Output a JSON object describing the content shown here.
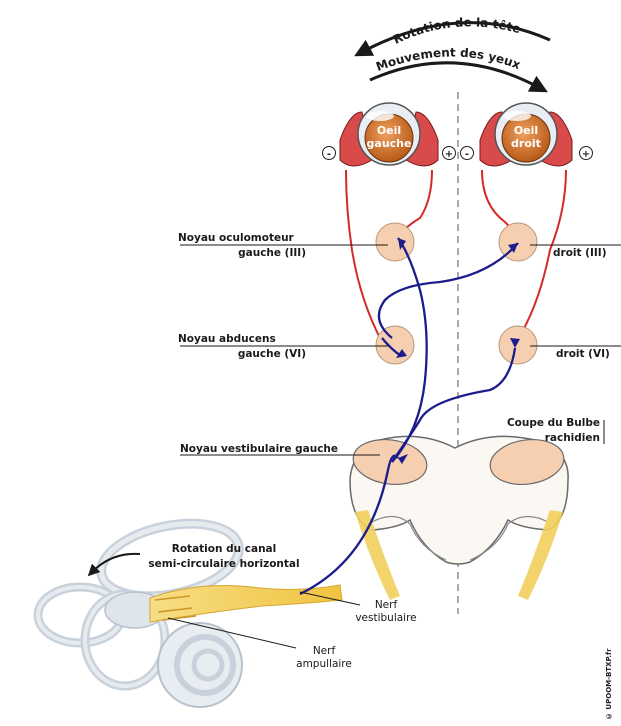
{
  "labels": {
    "head_rotation": "Rotation de la tête",
    "eye_movement": "Mouvement des yeux",
    "left_eye_line1": "Oeil",
    "left_eye_line2": "gauche",
    "right_eye_line1": "Oeil",
    "right_eye_line2": "droit",
    "minus": "-",
    "plus": "+",
    "left_oculomotor_line1": "Noyau oculomoteur",
    "left_oculomotor_line2": "gauche (III)",
    "right_oculomotor": "droit (III)",
    "left_abducens_line1": "Noyau abducens",
    "left_abducens_line2": "gauche (VI)",
    "right_abducens": "droit (VI)",
    "left_vestibular": "Noyau vestibulaire gauche",
    "medulla_line1": "Coupe du Bulbe",
    "medulla_line2": "rachidien",
    "canal_line1": "Rotation du  canal",
    "canal_line2": "semi-circulaire horizontal",
    "vestibular_nerve_line1": "Nerf",
    "vestibular_nerve_line2": "vestibulaire",
    "ampullary_nerve_line1": "Nerf",
    "ampullary_nerve_line2": "ampullaire",
    "credit": "© UPOOM-BTXP.fr"
  },
  "colors": {
    "motor_pathway": "#d42a2a",
    "vestibular_pathway": "#1c1c8c",
    "nucleus_fill": "#f6cfb0",
    "eye_iris": "#d8782a",
    "muscle": "#d94a4a",
    "nerve_yellow": "#f2cf5c",
    "inner_ear": "#c9d2dc"
  }
}
